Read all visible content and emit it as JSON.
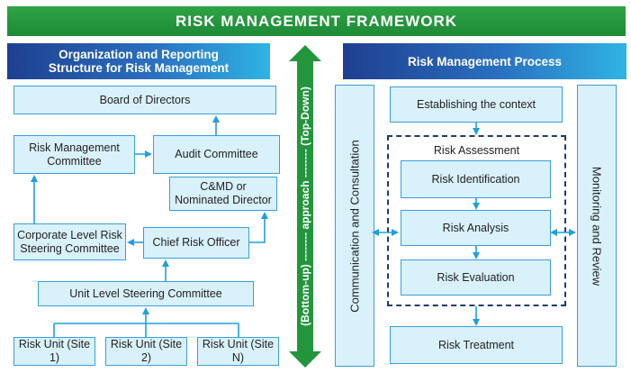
{
  "title": "RISK MANAGEMENT FRAMEWORK",
  "left_panel": {
    "heading": [
      "Organization and Reporting",
      "Structure for Risk Management"
    ],
    "boxes": {
      "board": "Board of Directors",
      "risk_committee": [
        "Risk Management",
        "Committee"
      ],
      "audit": "Audit Committee",
      "cmd": [
        "C&MD or",
        "Nominated Director"
      ],
      "corporate": [
        "Corporate Level Risk",
        "Steering Committee"
      ],
      "cro": "Chief Risk Officer",
      "unit_level": "Unit Level Steering Committee",
      "units": [
        "Risk Unit (Site 1)",
        "Risk Unit (Site 2)",
        "Risk Unit (Site N)"
      ]
    }
  },
  "center_arrow": {
    "label": "(Bottom-up) -------- approach -------- (Top-Down)"
  },
  "right_panel": {
    "heading": "Risk Management Process",
    "communication": "Communication and Consultation",
    "monitoring": "Monitoring and Review",
    "context": "Establishing the context",
    "assessment_label": "Risk Assessment",
    "identification": "Risk Identification",
    "analysis": "Risk Analysis",
    "evaluation": "Risk Evaluation",
    "treatment": "Risk Treatment"
  },
  "colors": {
    "banner": "#23953c",
    "box_fill": "#d9f1fb",
    "box_border": "#3a9fd6",
    "arrow": "#1fa0dc",
    "approach_arrow": "#23953c",
    "dashed": "#1d3d6b"
  }
}
